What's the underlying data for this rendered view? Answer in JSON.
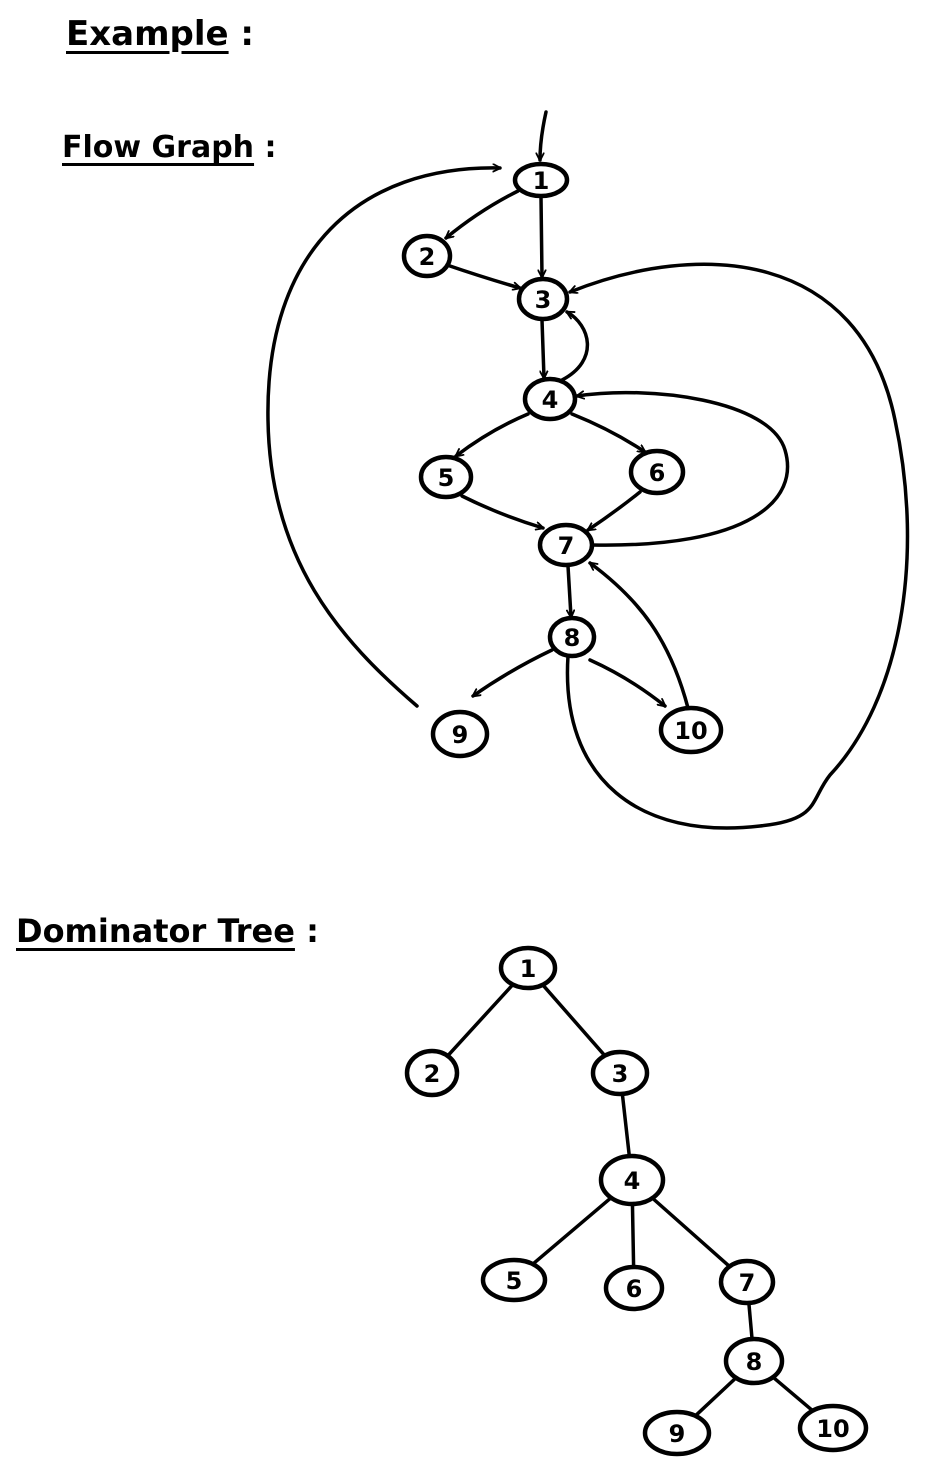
{
  "title": "Example",
  "flow_graph": {
    "heading": "Flow Graph",
    "nodes": [
      "1",
      "2",
      "3",
      "4",
      "5",
      "6",
      "7",
      "8",
      "9",
      "10"
    ],
    "entry": "1",
    "edges": [
      [
        "1",
        "2"
      ],
      [
        "1",
        "3"
      ],
      [
        "2",
        "3"
      ],
      [
        "3",
        "4"
      ],
      [
        "4",
        "3"
      ],
      [
        "4",
        "5"
      ],
      [
        "4",
        "6"
      ],
      [
        "5",
        "7"
      ],
      [
        "6",
        "7"
      ],
      [
        "7",
        "4"
      ],
      [
        "7",
        "8"
      ],
      [
        "8",
        "9"
      ],
      [
        "8",
        "10"
      ],
      [
        "10",
        "7"
      ],
      [
        "9",
        "1"
      ],
      [
        "8",
        "3"
      ]
    ]
  },
  "dominator_tree": {
    "heading": "Dominator Tree",
    "nodes": [
      "1",
      "2",
      "3",
      "4",
      "5",
      "6",
      "7",
      "8",
      "9",
      "10"
    ],
    "edges": [
      [
        "1",
        "2"
      ],
      [
        "1",
        "3"
      ],
      [
        "3",
        "4"
      ],
      [
        "4",
        "5"
      ],
      [
        "4",
        "6"
      ],
      [
        "4",
        "7"
      ],
      [
        "7",
        "8"
      ],
      [
        "8",
        "9"
      ],
      [
        "8",
        "10"
      ]
    ]
  }
}
